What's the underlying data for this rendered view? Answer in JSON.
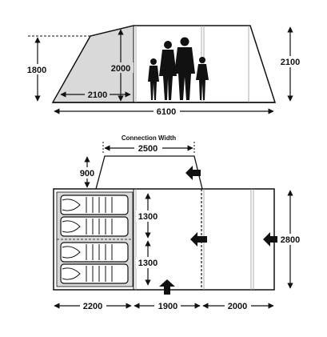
{
  "side_view": {
    "height_left": "1800",
    "height_inner": "2000",
    "height_right": "2100",
    "porch_depth": "2100",
    "total_length": "6100"
  },
  "plan_view": {
    "connection_label": "Connection Width",
    "connection_width": "2500",
    "canopy_depth": "900",
    "bedroom_half_1": "1300",
    "bedroom_half_2": "1300",
    "width": "2800",
    "section_bedroom": "2200",
    "section_middle": "1900",
    "section_porch": "2000"
  },
  "colors": {
    "line": "#111111",
    "bedroom_fill": "#d9d9d9",
    "sleeping_bag_fill": "#ffffff"
  }
}
